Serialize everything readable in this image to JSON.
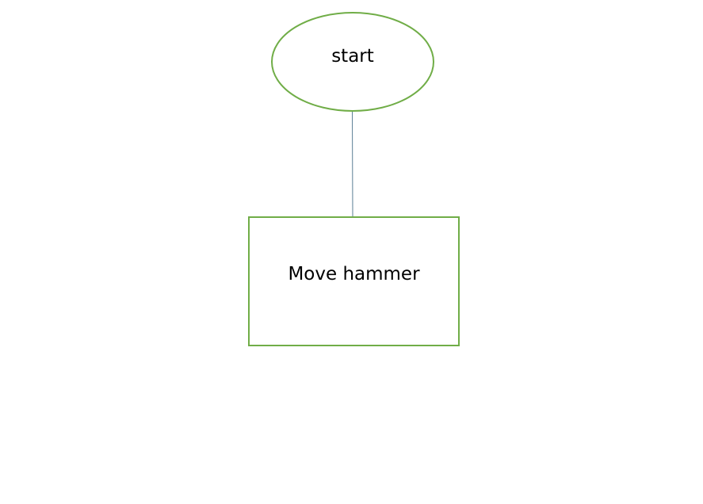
{
  "diagram": {
    "nodes": {
      "start": {
        "label": "start",
        "shape": "ellipse"
      },
      "move_hammer": {
        "label": "Move hammer",
        "shape": "rectangle"
      }
    },
    "edges": [
      {
        "from": "start",
        "to": "move_hammer"
      }
    ]
  },
  "colors": {
    "node_stroke": "#70ad47",
    "connector": "#5b7f95",
    "background": "#ffffff"
  }
}
